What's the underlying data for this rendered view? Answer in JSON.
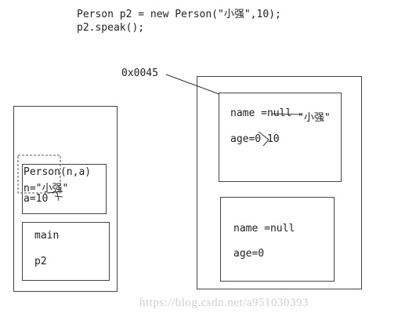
{
  "code": {
    "line1": "Person p2 = new Person(\"小强\",10);",
    "line2": "p2.speak();"
  },
  "address": "0x0045",
  "stack": {
    "frame_person": {
      "header": "Person(n,a)",
      "n_line": "n=\"小强\"",
      "a_line": "a=10"
    },
    "frame_main": {
      "label": "main",
      "var": "p2"
    }
  },
  "heap": {
    "object_p2": {
      "name_line": "name =null",
      "name_new": "\"小强\"",
      "age_line": "age=0 10"
    },
    "object_other": {
      "name_line": "name =null",
      "age_line": "age=0"
    }
  },
  "watermark": "https://blog.csdn.net/a951030393"
}
